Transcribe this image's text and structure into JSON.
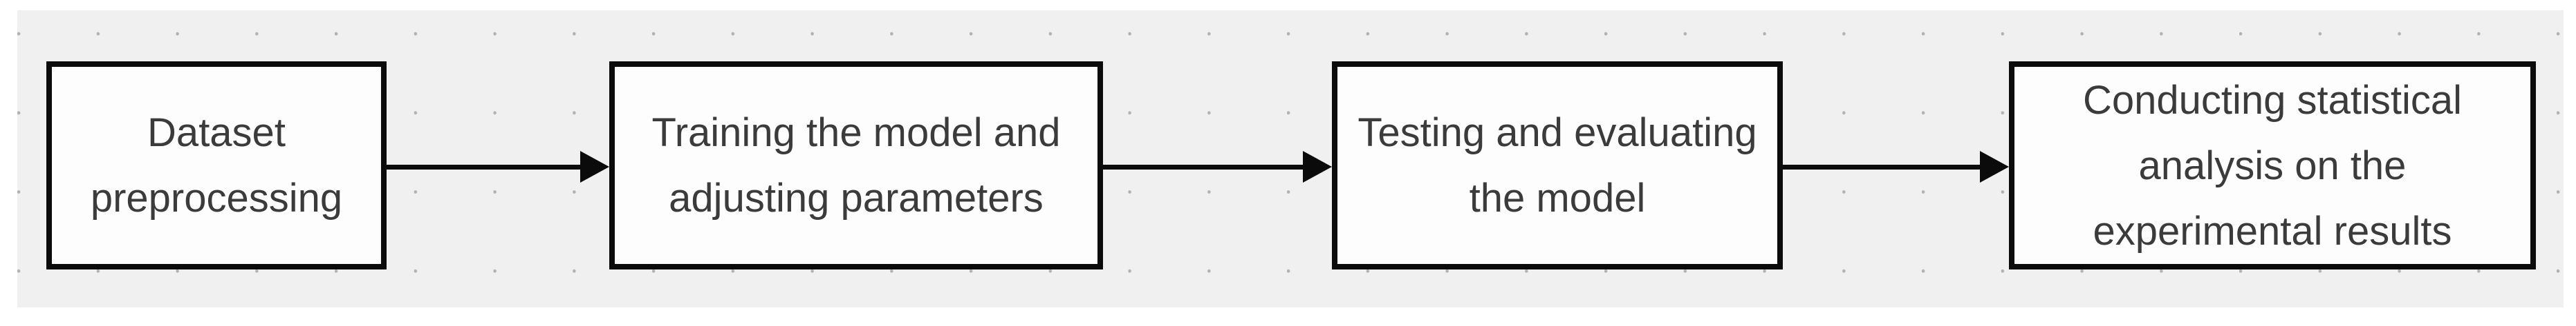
{
  "diagram": {
    "type": "flowchart",
    "direction": "left-to-right",
    "nodes": [
      {
        "id": "dataset-preprocessing",
        "label": "Dataset\npreprocessing"
      },
      {
        "id": "training-adjusting",
        "label": "Training the model and\nadjusting parameters"
      },
      {
        "id": "testing-evaluating",
        "label": "Testing and evaluating\nthe model"
      },
      {
        "id": "statistical-analysis",
        "label": "Conducting statistical\nanalysis on the\nexperimental results"
      }
    ],
    "connectors": [
      {
        "from": "dataset-preprocessing",
        "to": "training-adjusting",
        "style": "solid-arrow"
      },
      {
        "from": "training-adjusting",
        "to": "testing-evaluating",
        "style": "solid-arrow"
      },
      {
        "from": "testing-evaluating",
        "to": "statistical-analysis",
        "style": "solid-arrow"
      }
    ],
    "colors": {
      "page_background": "#ffffff",
      "canvas_background": "#f1f0f0",
      "grid_dot": "#b0b0b0",
      "node_fill": "#fdfdfd",
      "node_border": "#0b0b0b",
      "connector": "#0b0b0b",
      "text": "#3b3b3b"
    }
  }
}
